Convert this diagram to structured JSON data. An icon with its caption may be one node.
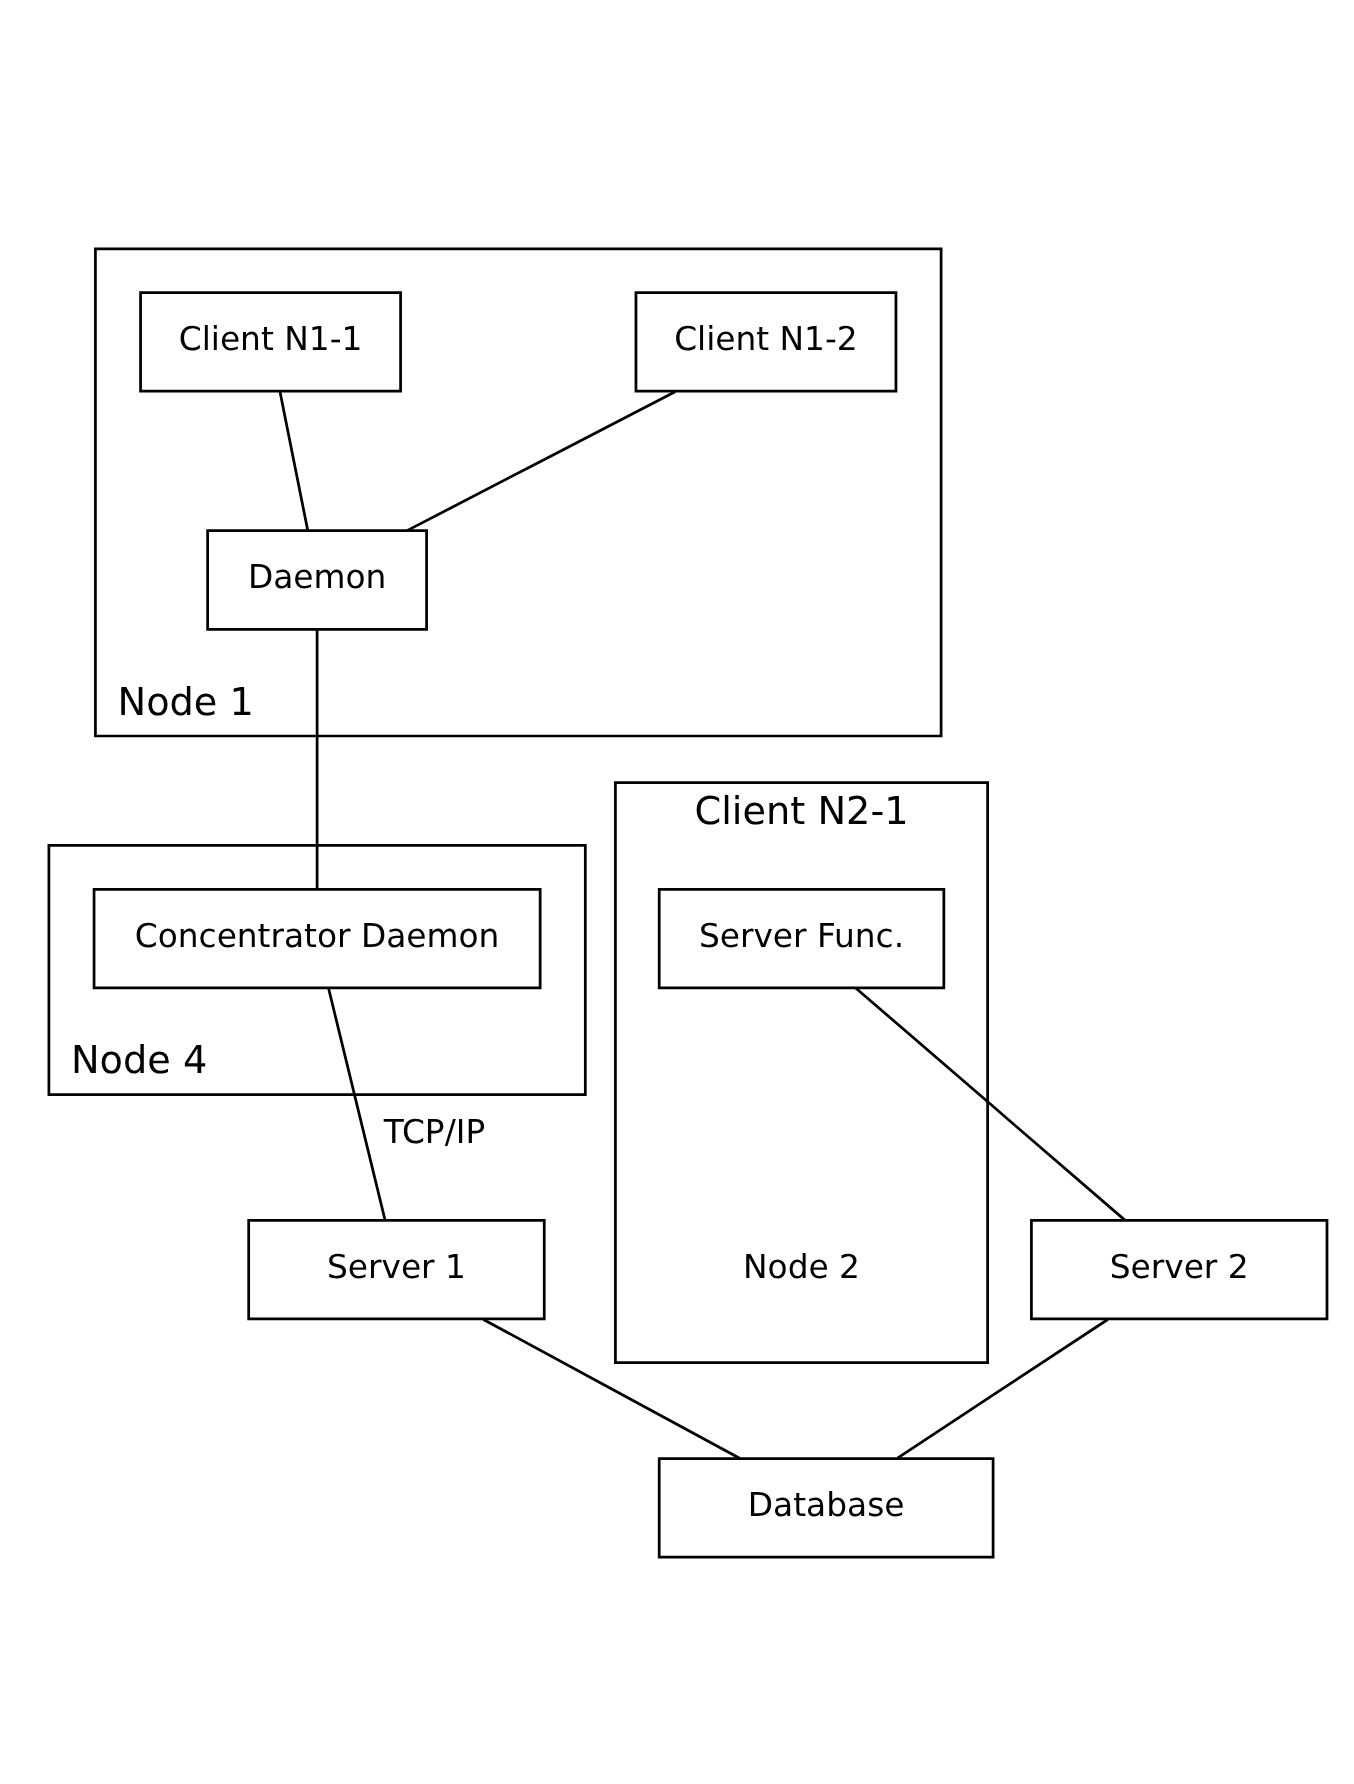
{
  "diagram": {
    "nodes": [
      {
        "text": [
          "Node 1"
        ]
      },
      {
        "text": [
          "Client N1-1"
        ],
        "in": 0
      },
      {
        "text": [
          "Client N1-2"
        ],
        "in": 0
      },
      {
        "text": [
          "Daemon"
        ],
        "in": 0
      },
      {
        "text": [
          "Client N2-1",
          "Node 2"
        ]
      },
      {
        "text": [
          "Server Func."
        ],
        "in": 4
      },
      {
        "text": [
          "Node 4"
        ]
      },
      {
        "text": [
          "Concentrator Daemon"
        ],
        "in": 6
      },
      {
        "text": [
          "Server 1"
        ]
      },
      {
        "text": [
          "Server 2"
        ]
      },
      {
        "text": [
          "Database"
        ]
      }
    ],
    "edges": [
      {
        "from": 1,
        "to": 3,
        "arrow": "none"
      },
      {
        "from": 2,
        "to": 3,
        "arrow": "none"
      },
      {
        "from": 3,
        "to": 7,
        "arrow": "none"
      },
      {
        "from": 7,
        "to": 8,
        "arrow": "none",
        "label": "TCP/IP"
      },
      {
        "from": 5,
        "to": 9,
        "arrow": "none"
      },
      {
        "from": 8,
        "to": 10,
        "arrow": "none"
      },
      {
        "from": 9,
        "to": 10,
        "arrow": "none"
      }
    ]
  }
}
